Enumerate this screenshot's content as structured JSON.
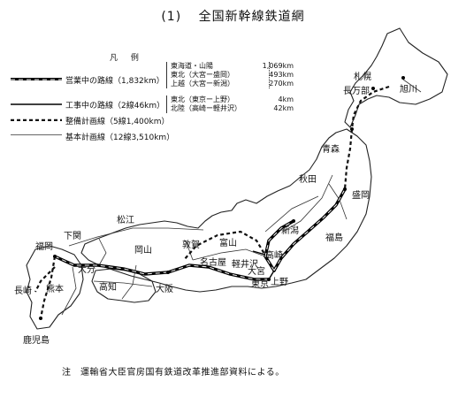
{
  "title": {
    "number": "(1)",
    "text": "全国新幹線鉄道網"
  },
  "legend": {
    "heading": "凡 例",
    "items": [
      {
        "label": "営業中の路線（1,832km）",
        "style": "operating"
      },
      {
        "label": "工事中の路線（2線46km）",
        "style": "construction"
      },
      {
        "label": "整備計画線（5線1,400km）",
        "style": "planned"
      },
      {
        "label": "基本計画線（12線3,510km）",
        "style": "basic"
      }
    ],
    "operating_lines": [
      {
        "name": "東海道・山陽",
        "km": "1,069km"
      },
      {
        "name": "東北（大宮ー盛岡）",
        "km": "493km"
      },
      {
        "name": "上越（大宮ー新潟）",
        "km": "270km"
      }
    ],
    "construction_lines": [
      {
        "name": "東北（東京ー上野）",
        "km": "4km"
      },
      {
        "name": "北陸（高崎ー軽井沢）",
        "km": "42km"
      }
    ]
  },
  "cities": {
    "asahikawa": "旭川",
    "sapporo": "札幌",
    "oshamambe": "長万部",
    "aomori": "青森",
    "akita": "秋田",
    "morioka": "盛岡",
    "fukushima": "福島",
    "niigata": "新潟",
    "takasaki": "高崎",
    "karuizawa": "軽井沢",
    "omiya": "大宮",
    "ueno": "上野",
    "tokyo": "東京",
    "toyama": "富山",
    "tsuruga": "敦賀",
    "nagoya": "名古屋",
    "osaka": "大阪",
    "okayama": "岡山",
    "matsue": "松江",
    "shimonoseki": "下関",
    "fukuoka": "福岡",
    "oita": "大分",
    "kochi": "高知",
    "kumamoto": "熊本",
    "nagasaki": "長崎",
    "kagoshima": "鹿児島"
  },
  "note": "注　運輸省大臣官房国有鉄道改革推進部資料による。"
}
